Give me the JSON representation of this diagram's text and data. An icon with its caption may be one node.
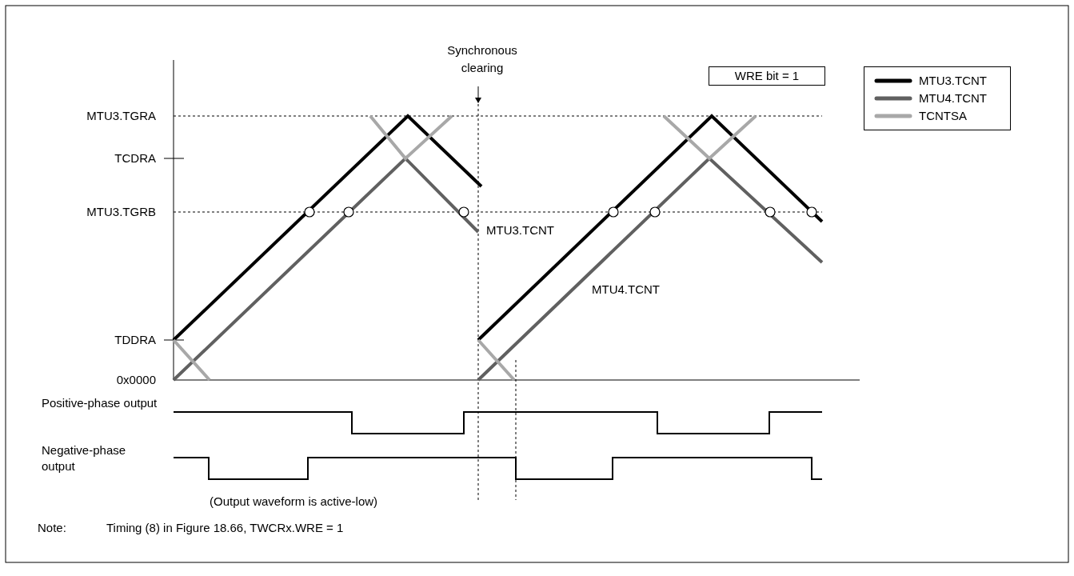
{
  "diagram": {
    "nodes": [
      {
        "text": [
          "WRE bit = 1"
        ]
      }
    ],
    "edges": [],
    "labels": [
      "Synchronous clearing",
      "MTU3.TGRA",
      "TCDRA",
      "MTU3.TGRB",
      "MTU3.TCNT",
      "MTU4.TCNT",
      "TDDRA",
      "0x0000",
      "Positive-phase output",
      "Negative-phase output",
      "(Output waveform is active-low)",
      "Note:",
      "Timing (8) in Figure 18.66, TWCRx.WRE = 1"
    ],
    "legend": [
      {
        "text": "MTU3.TCNT"
      },
      {
        "text": "MTU4.TCNT"
      },
      {
        "text": "TCNTSA"
      }
    ]
  }
}
